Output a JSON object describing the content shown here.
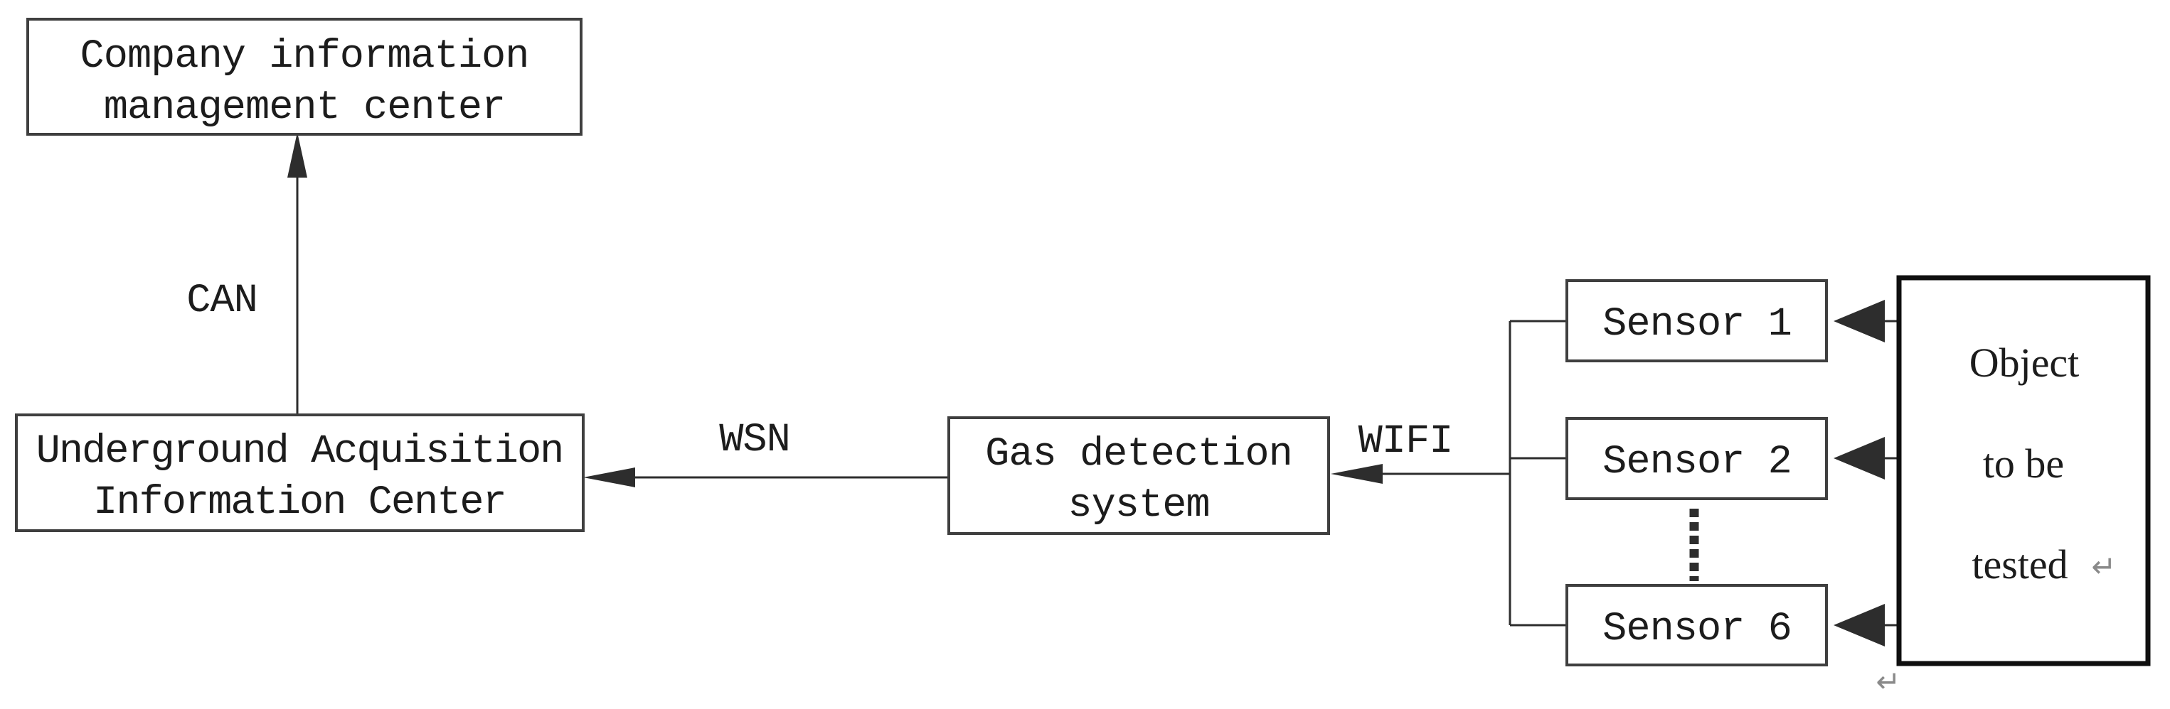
{
  "diagram": {
    "background": "#ffffff",
    "colors": {
      "line": "#2d2d2d",
      "box_border": "#3f3f3f",
      "object_border": "#0f0f0f",
      "box_fill": "#ffffff",
      "text": "#1c1c1c",
      "return_mark": "#8a8a8a"
    },
    "nodes": {
      "company": {
        "line1": "Company information",
        "line2": "management center"
      },
      "underground": {
        "line1": "Underground Acquisition",
        "line2": "Information Center"
      },
      "gas": {
        "line1": "Gas detection",
        "line2": "system"
      },
      "sensor1": {
        "label": "Sensor 1"
      },
      "sensor2": {
        "label": "Sensor 2"
      },
      "sensor6": {
        "label": "Sensor 6"
      },
      "object": {
        "line1": "Object",
        "line2": "to be",
        "line3": "tested"
      }
    },
    "edges": {
      "can": {
        "label": "CAN",
        "from": "Underground Acquisition Information Center",
        "to": "Company information management center"
      },
      "wsn": {
        "label": "WSN",
        "from": "Gas detection system",
        "to": "Underground Acquisition Information Center"
      },
      "wifi": {
        "label": "WIFI",
        "from": "sensor bus",
        "to": "Gas detection system"
      },
      "object_to_sensor1": {
        "from": "Object to be tested",
        "to": "Sensor 1"
      },
      "object_to_sensor2": {
        "from": "Object to be tested",
        "to": "Sensor 2"
      },
      "object_to_sensor6": {
        "from": "Object to be tested",
        "to": "Sensor 6"
      }
    },
    "marks": {
      "return_mark": "↵",
      "sensor_ellipsis": "⋮"
    }
  }
}
